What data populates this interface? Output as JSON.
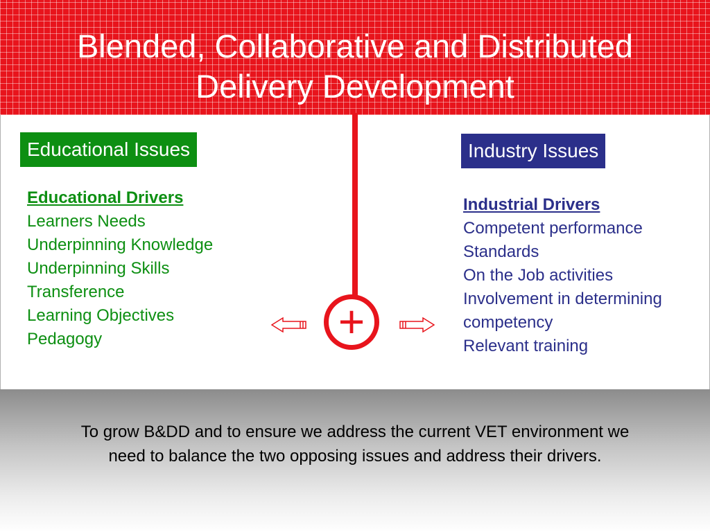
{
  "slide": {
    "title_line1": "Blended, Collaborative and Distributed",
    "title_line2": "Delivery Development"
  },
  "educational": {
    "badge": "Educational Issues",
    "heading": "Educational Drivers",
    "items": [
      "Learners Needs",
      "Underpinning Knowledge",
      "Underpinning Skills",
      "Transference",
      "Learning Objectives",
      "Pedagogy"
    ]
  },
  "industry": {
    "badge": "Industry Issues",
    "heading": "Industrial Drivers",
    "items": [
      "Competent performance",
      "Standards",
      "On the Job activities",
      "Involvement in determining",
      "competency",
      "Relevant training"
    ]
  },
  "balance": {
    "symbol": "+"
  },
  "footer": {
    "text_line1": "To grow B&DD and to ensure we address the current VET environment we",
    "text_line2": "need to balance the two opposing issues and address their drivers."
  },
  "colors": {
    "header_red": "#e8141c",
    "educational_green": "#0d8f12",
    "industry_blue": "#2b2f8a"
  },
  "icons": {
    "left_arrow": "left-arrow-icon",
    "right_arrow": "right-arrow-icon",
    "plus": "plus-icon"
  }
}
